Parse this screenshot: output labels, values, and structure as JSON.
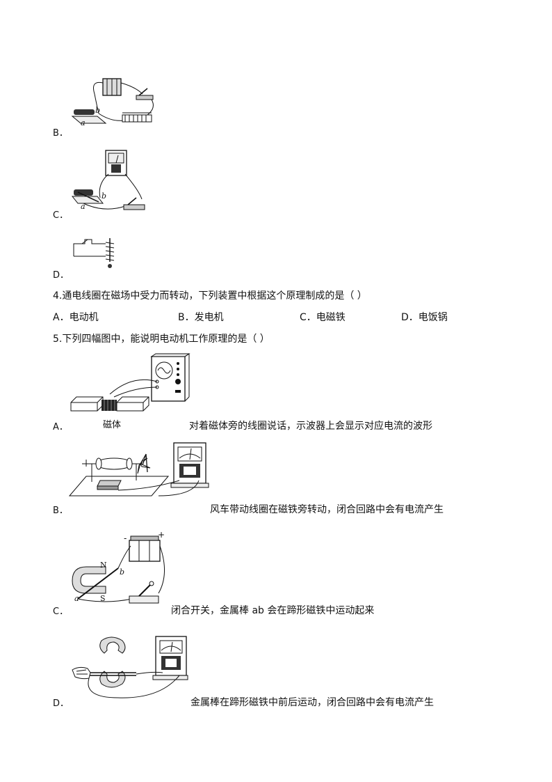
{
  "q3_tail": {
    "option_b_label": "B．",
    "option_c_label": "C．",
    "option_d_label": "D．"
  },
  "q4": {
    "stem": "4.通电线圈在磁场中受力而转动，下列装置中根据这个原理制成的是（ ）",
    "options": [
      {
        "label": "A．电动机"
      },
      {
        "label": "B．发电机"
      },
      {
        "label": "C．电磁铁"
      },
      {
        "label": "D．电饭锅"
      }
    ]
  },
  "q5": {
    "stem": "5.下列四幅图中，能说明电动机工作原理的是（ ）",
    "options": [
      {
        "letter": "A．",
        "caption": "对着磁体旁的线圈说话，示波器上会显示对应电流的波形",
        "figure_label": "磁体"
      },
      {
        "letter": "B．",
        "caption": "风车带动线圈在磁铁旁转动，闭合回路中会有电流产生"
      },
      {
        "letter": "C．",
        "caption": "闭合开关，金属棒 ab 会在蹄形磁铁中运动起来",
        "labels": {
          "n": "N",
          "s": "S",
          "a": "a",
          "b": "b",
          "minus": "-",
          "plus": "+"
        }
      },
      {
        "letter": "D．",
        "caption": "金属棒在蹄形磁铁中前后运动，闭合回路中会有电流产生"
      }
    ]
  },
  "figure_labels": {
    "a": "a",
    "b": "b"
  }
}
